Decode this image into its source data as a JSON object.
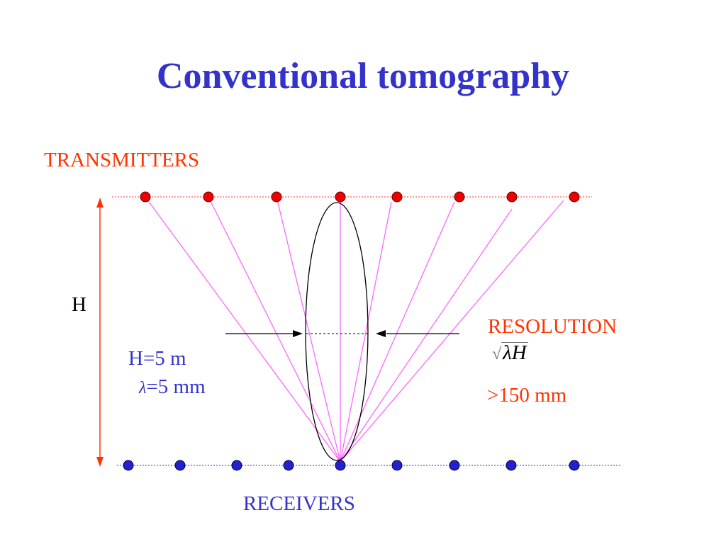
{
  "title": "Conventional tomography",
  "transmitters": {
    "label": "TRANSMITTERS",
    "count": 8,
    "color": "#ee0000"
  },
  "receivers": {
    "label": "RECEIVERS",
    "count": 9,
    "color": "#2222cc"
  },
  "height_marker": {
    "label": "H"
  },
  "parameters": {
    "h_value": "H=5 m",
    "lambda_symbol": "λ",
    "lambda_value": "=5 mm"
  },
  "resolution": {
    "label": "RESOLUTION",
    "formula_sqrt": "√",
    "formula_text": "λH",
    "value": ">150 mm"
  },
  "colors": {
    "title": "#3333cc",
    "accent_red": "#ff3300",
    "ray": "#ff66ff",
    "blue_text": "#3333cc"
  }
}
